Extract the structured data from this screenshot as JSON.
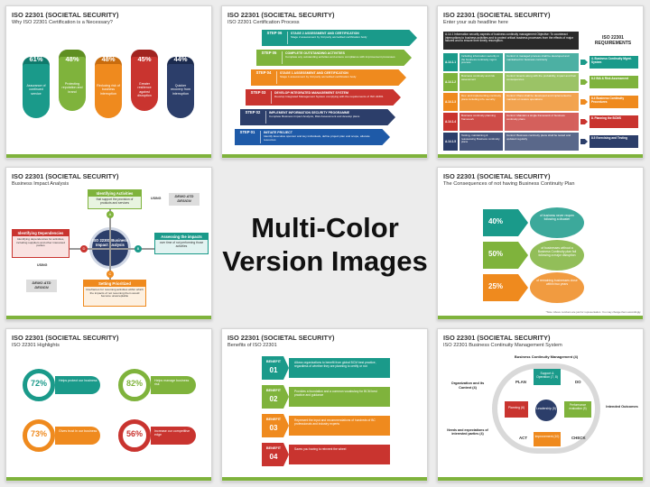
{
  "center": {
    "line1": "Multi-Color",
    "line2": "Version Images"
  },
  "slides": {
    "s1": {
      "title": "ISO 22301 (SOCIETAL SECURITY)",
      "subtitle": "Why ISO 22301 Certification is a Necessary?",
      "items": [
        {
          "pct": "61%",
          "text": "Assurance of continued service",
          "color": "#1a9a8a"
        },
        {
          "pct": "48%",
          "text": "Protecting reputation and brand",
          "color": "#7fb33c"
        },
        {
          "pct": "48%",
          "text": "Reducing risk of business interruption",
          "color": "#ef8a1e"
        },
        {
          "pct": "45%",
          "text": "Greater resilience against disruption",
          "color": "#c9342f"
        },
        {
          "pct": "44%",
          "text": "Quicker recovery from interruption",
          "color": "#2c3e6a"
        }
      ]
    },
    "s2": {
      "title": "ISO 22301 (SOCIETAL SECURITY)",
      "subtitle": "ISO 22301 Certification Process",
      "steps": [
        {
          "num": "STEP 06",
          "head": "STAGE 2 ASSESSMENT AND CERTIFICATION",
          "body": "Stage 2 assessment by 3rd party accredited certification body",
          "color": "#1a9a8a"
        },
        {
          "num": "STEP 05",
          "head": "COMPLETE OUTSTANDING ACTIVITIES",
          "body": "Complete any outstanding activities and ensure compliance with improvement processes",
          "color": "#7fb33c"
        },
        {
          "num": "STEP 04",
          "head": "STAGE 1 ASSESSMENT AND CERTIFICATION",
          "body": "Stage 1 assessment by 3rd party accredited certification body",
          "color": "#ef8a1e"
        },
        {
          "num": "STEP 03",
          "head": "DEVELOP INTEGRATED MANAGEMENT SYSTEM",
          "body": "Develop Integrated Management System complying with the requirements of ISO 22301",
          "color": "#c9342f"
        },
        {
          "num": "STEP 02",
          "head": "IMPLEMENT INFORMATION SECURITY PROGRAMME",
          "body": "Complete Business Impact Analysis, Risk Assessment and develop plans",
          "color": "#2c3e6a"
        },
        {
          "num": "STEP 01",
          "head": "INITIATE PROJECT",
          "body": "Identify Executive sponsor and key individuals, define project plan and scope, allocate resources",
          "color": "#1e5aa8"
        }
      ]
    },
    "s3": {
      "title": "ISO 22301 (SOCIETAL SECURITY)",
      "subtitle": "Enter your sub headline here",
      "header_text": "A.14.1 Information security aspects of business continuity management Objective: To counteract interruptions to business activities and to protect critical business processes from the effects of major failures and to ensure their timely resumption.",
      "req_title": "ISO 22301 REQUIREMENTS",
      "rows": [
        {
          "id": "A.14.1.1",
          "left": "Including information security in the business continuity mgmt. process",
          "right": "Control: A managed process shall be developed and maintained for business continuity",
          "tag": "4. Business Continuity Mgmt. System",
          "color": "#1a9a8a"
        },
        {
          "id": "A.14.1.2",
          "left": "Business continuity and risk assessment",
          "right": "Control: Events along with the probability, impact and their consequences",
          "tag": "8.2 BIA & Risk Assessment",
          "color": "#7fb33c"
        },
        {
          "id": "A.14.1.3",
          "left": "Dev. and implementing continuity plans including info. security",
          "right": "Control: Plans shall be developed and implemented to maintain or restore operations",
          "tag": "8.4 Business Continuity Procedures",
          "color": "#ef8a1e"
        },
        {
          "id": "A.14.1.4",
          "left": "Business continuity planning framework",
          "right": "Control: Maintain a single framework of business continuity plans",
          "tag": "8. Planning the BCMS",
          "color": "#c9342f"
        },
        {
          "id": "A.14.1.5",
          "left": "Testing, maintaining & reassessing Business continuity plans",
          "right": "Control: Business continuity plans shall be tested and updated regularly",
          "tag": "8.5 Exercising and Testing",
          "color": "#2c3e6a"
        }
      ]
    },
    "s4": {
      "title": "ISO 22301 (SOCIETAL SECURITY)",
      "subtitle": "Business Impact Analysis",
      "center": "ISO 22301 Business Impact Analysis",
      "top": {
        "head": "Identifying Activities",
        "body": "that support the provision of products and services"
      },
      "right": {
        "head": "Assessing the impacts",
        "body": "over time of not performing those activities"
      },
      "bottom": {
        "head": "Setting Prioritized",
        "body": "timeframes for resuming activities within which the impacts of not resuming them would become unacceptable"
      },
      "left": {
        "head": "Identifying Dependencies",
        "body": "Identifying dependencies for activities, including suppliers and other interested parties"
      },
      "using": "USING",
      "demo": "DEMO ATD DESIGN",
      "letters": [
        "A",
        "B",
        "C",
        "D"
      ]
    },
    "s5": {
      "title": "ISO 22301 (SOCIETAL SECURITY)",
      "subtitle": "The Consequences of not having Business Continuity Plan",
      "items": [
        {
          "pct": "40%",
          "text": "of business never reopen following a disaster",
          "color": "#1a9a8a"
        },
        {
          "pct": "50%",
          "text": "of businesses without a Business Continuity plan fail following a major disruption",
          "color": "#7fb33c"
        },
        {
          "pct": "25%",
          "text": "of remaining businesses close within two years",
          "color": "#ef8a1e"
        }
      ],
      "note": "*Note: Above numbers are just for representation. You may change them accordingly."
    },
    "s6": {
      "title": "ISO 22301 (SOCIETAL SECURITY)",
      "subtitle": "ISO 22301 Highlights",
      "items": [
        {
          "pct": "72%",
          "text": "Helps protect our business",
          "color": "#1a9a8a"
        },
        {
          "pct": "82%",
          "text": "Helps manage business risk",
          "color": "#7fb33c"
        },
        {
          "pct": "73%",
          "text": "Gives trust in our business",
          "color": "#ef8a1e"
        },
        {
          "pct": "56%",
          "text": "Increase our competitive edge",
          "color": "#c9342f"
        }
      ]
    },
    "s7": {
      "title": "ISO 22301 (SOCIETAL SECURITY)",
      "subtitle": "Benefits of ISO 22301",
      "items": [
        {
          "label": "BENEFIT",
          "num": "01",
          "text": "Allows organizations to benefit from global BCM best practice, regardless of whether they are planning to certify or not",
          "color": "#1a9a8a"
        },
        {
          "label": "BENEFIT",
          "num": "02",
          "text": "Provides a foundation and a common vocabulary for BCM best practice and guidance",
          "color": "#7fb33c"
        },
        {
          "label": "BENEFIT",
          "num": "03",
          "text": "Represent the input and recommendations of hundreds of BC professionals and industry experts",
          "color": "#ef8a1e"
        },
        {
          "label": "BENEFIT",
          "num": "04",
          "text": "Saves you having to reinvent the wheel",
          "color": "#c9342f"
        }
      ]
    },
    "s8": {
      "title": "ISO 22301 (SOCIETAL SECURITY)",
      "subtitle": "ISO 22301 Business Continuity Management System",
      "top_label": "Business Continuity Management (4)",
      "org": "Organization and its Context (4)",
      "needs": "Needs and expectations of interested parties (4)",
      "outcomes": "Intended Outcomes",
      "plan": "PLAN",
      "do": "DO",
      "check": "CHECK",
      "act": "ACT",
      "support": "Support & Operation (7, 8)",
      "planning": "Planning (6)",
      "leadership": "Leadership (5)",
      "perf": "Performance evaluation (9)",
      "improvement": "Improvement (10)"
    }
  }
}
